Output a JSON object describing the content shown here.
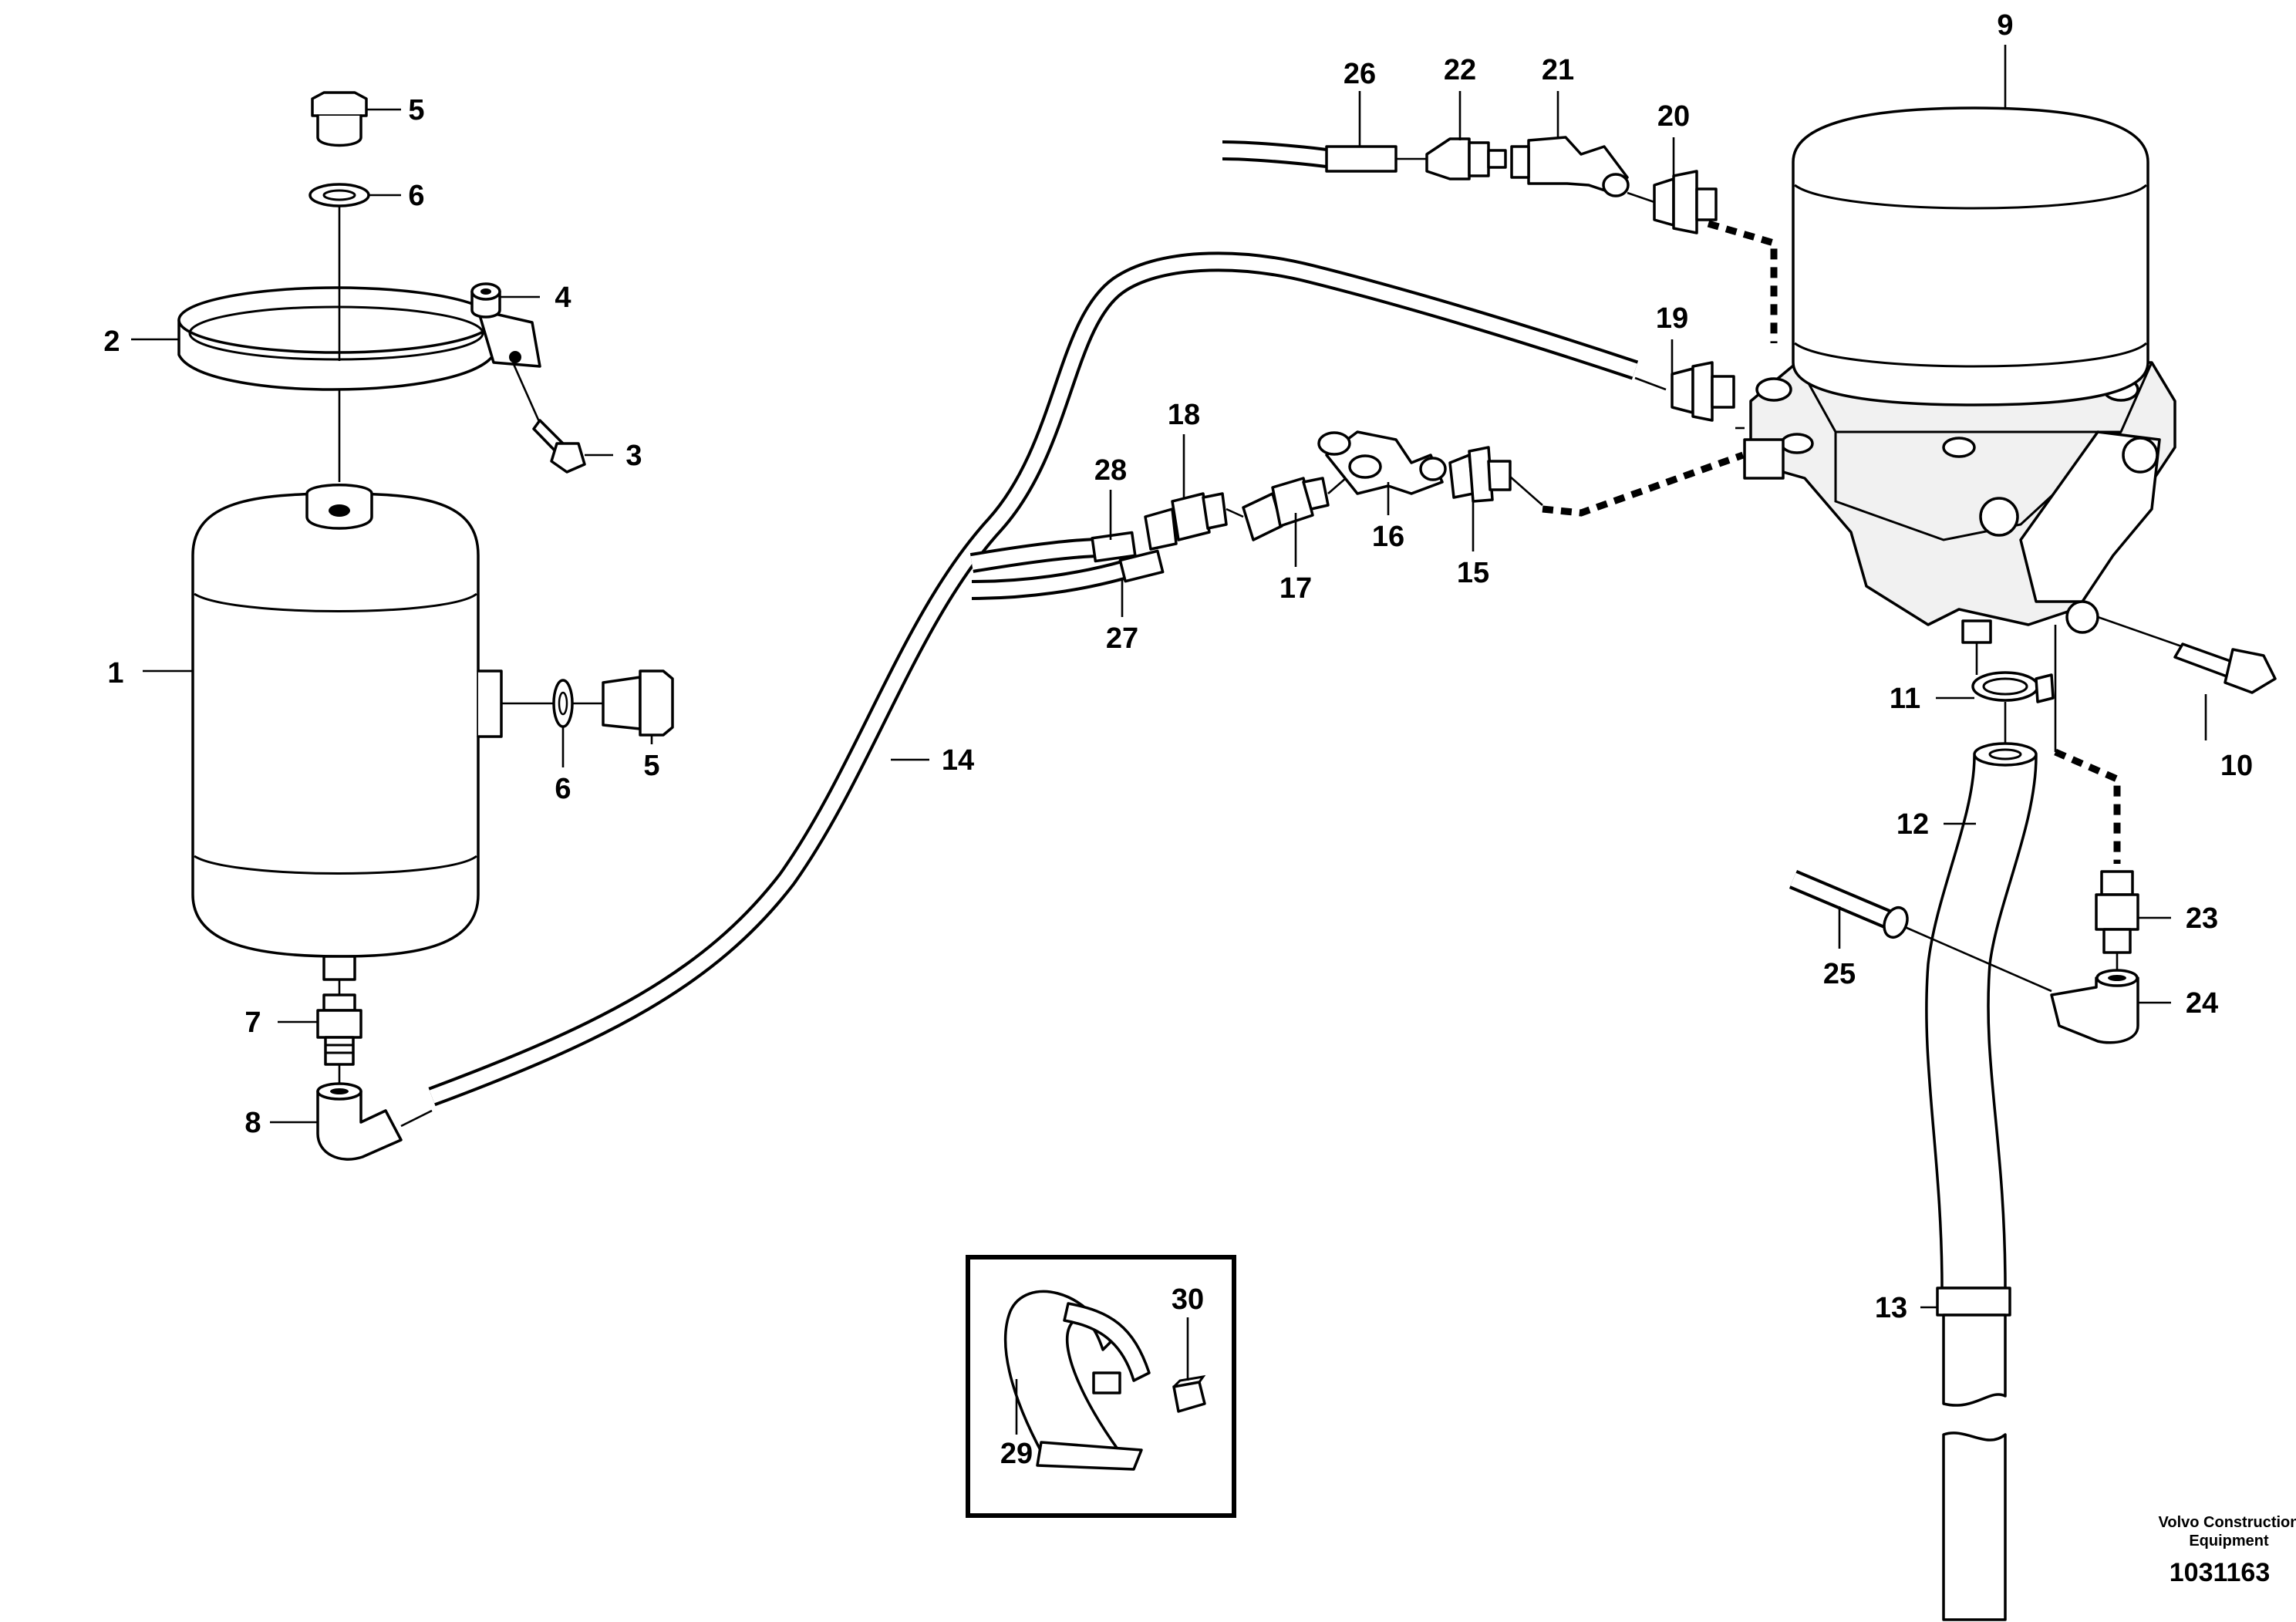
{
  "diagram": {
    "callouts": [
      "1",
      "2",
      "3",
      "4",
      "5",
      "6",
      "7",
      "8",
      "9",
      "10",
      "11",
      "12",
      "13",
      "14",
      "15",
      "16",
      "17",
      "18",
      "19",
      "20",
      "21",
      "22",
      "23",
      "24",
      "25",
      "26",
      "27",
      "28",
      "29",
      "30"
    ],
    "callouts_repeat": {
      "5b": "5",
      "6b": "6"
    },
    "footer": {
      "brand_line1": "Volvo Construction",
      "brand_line2": "Equipment",
      "drawing_number": "1031163"
    }
  }
}
